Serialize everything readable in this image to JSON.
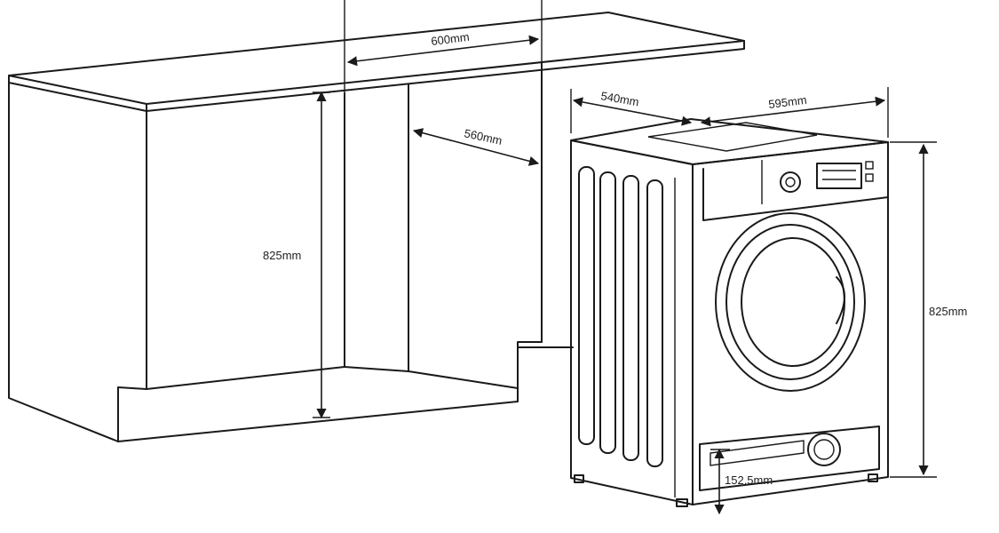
{
  "dimensions": {
    "cabinet_width": "600mm",
    "cabinet_depth": "560mm",
    "cabinet_height": "825mm",
    "machine_depth": "540mm",
    "machine_width": "595mm",
    "machine_height": "825mm",
    "foot_height": "152.5mm"
  },
  "colors": {
    "line": "#1a1a1a",
    "background": "#ffffff"
  }
}
